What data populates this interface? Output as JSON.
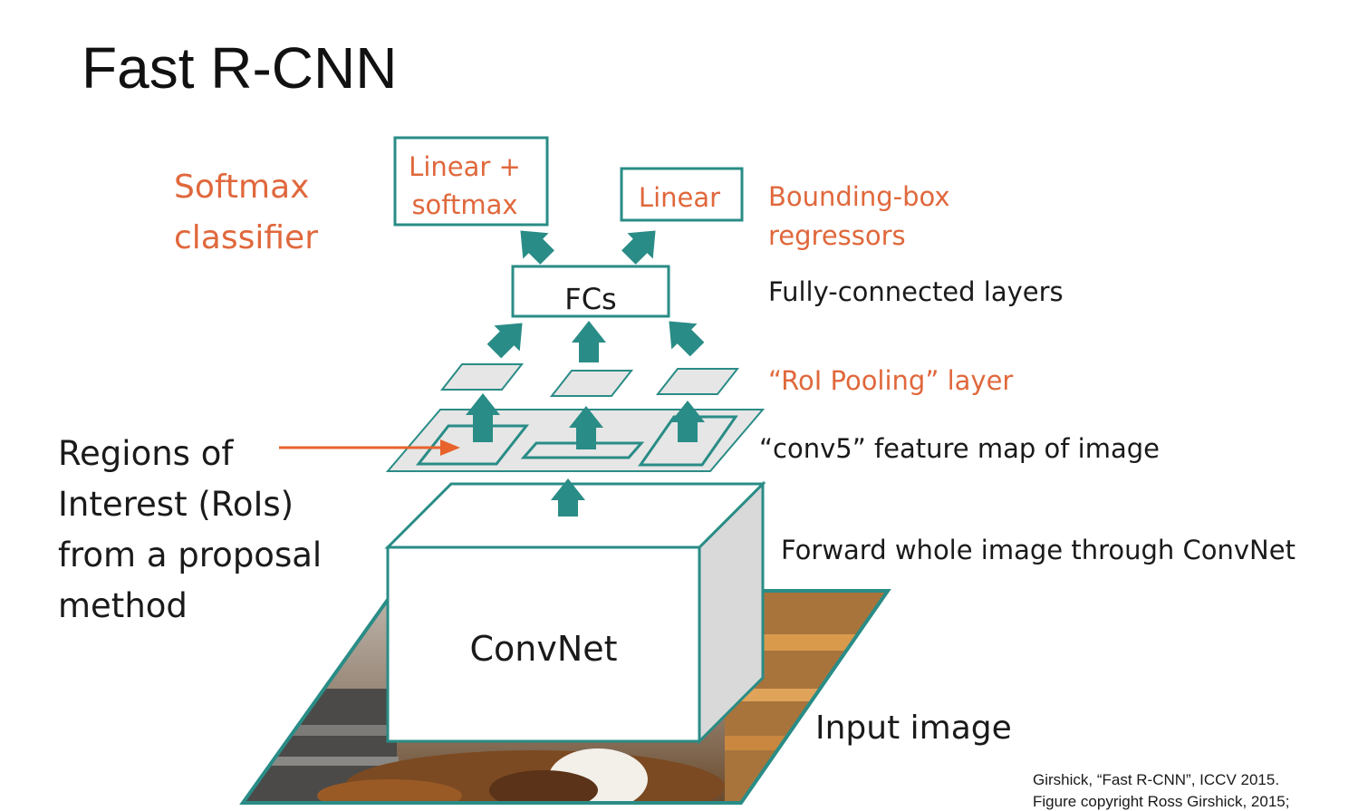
{
  "slide": {
    "title": "Fast R-CNN"
  },
  "diagram": {
    "heads": {
      "classifier_box": [
        "Linear +",
        "softmax"
      ],
      "regressor_box": "Linear",
      "classifier_label": [
        "Softmax",
        "classifier"
      ],
      "regressor_label": [
        "Bounding-box",
        "regressors"
      ]
    },
    "fc": {
      "box": "FCs",
      "label": "Fully-connected layers"
    },
    "roi_pooling": {
      "label": "“RoI Pooling” layer"
    },
    "feature_map": {
      "label": "“conv5” feature map of image"
    },
    "convnet": {
      "box": "ConvNet",
      "label": "Forward whole image through ConvNet"
    },
    "input": {
      "label": "Input image"
    },
    "rois": {
      "label": [
        "Regions of",
        "Interest (RoIs)",
        "from a proposal",
        "method"
      ]
    }
  },
  "citation": {
    "line1": "Girshick, “Fast R-CNN”, ICCV 2015.",
    "line2": "Figure copyright Ross Girshick, 2015;"
  },
  "colors": {
    "teal": "#2a8c86",
    "orange_text": "#e0683c",
    "orange_arrow": "#e8622c",
    "gray_fill": "#e6e6e6",
    "dark_text": "#1a1a1a"
  }
}
